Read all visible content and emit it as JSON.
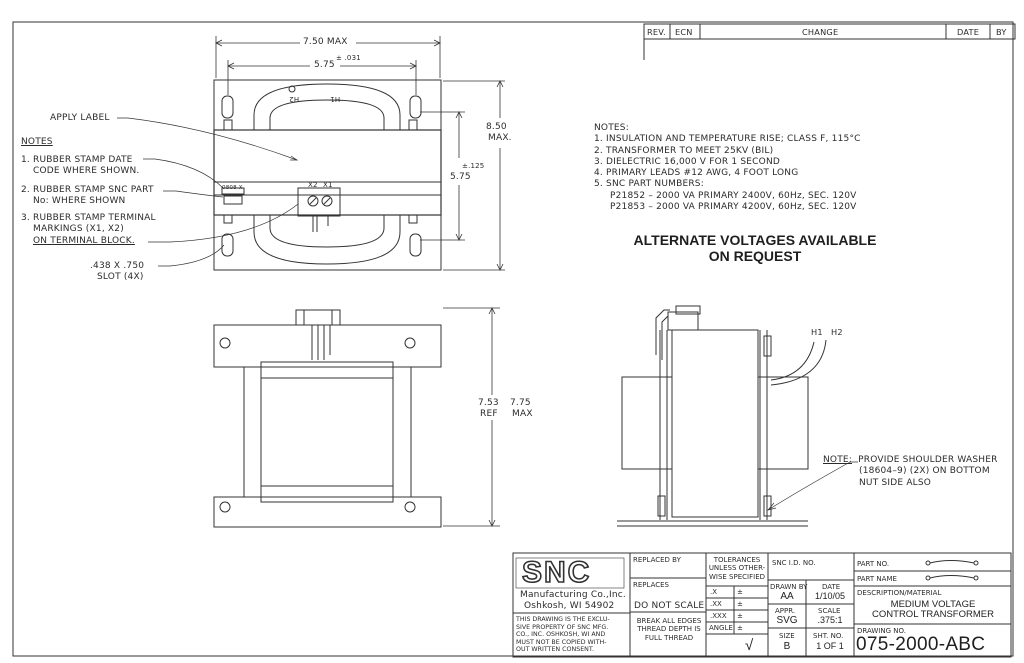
{
  "revision_block": {
    "rev": "REV.",
    "ecn": "ECN",
    "change": "CHANGE",
    "date": "DATE",
    "by": "BY"
  },
  "top_view": {
    "dim_overall": "7.50 MAX",
    "dim_slots": "5.75",
    "dim_slots_tol": "± .031",
    "dim_height": "8.50",
    "dim_height_2": "MAX.",
    "dim_inner": "5.75",
    "dim_inner_tol": "±.125",
    "terminal_h2": "H2",
    "terminal_h1": "H1",
    "terminal_x2": "X2",
    "terminal_x1": "X1",
    "stamp": "0808-X"
  },
  "callouts": {
    "apply_label": "APPLY LABEL",
    "slot_size": ".438 X .750",
    "slot_count": "SLOT (4X)"
  },
  "left_notes": {
    "heading": "NOTES",
    "note1_a": "1. RUBBER STAMP DATE",
    "note1_b": "CODE WHERE SHOWN.",
    "note2_a": "2. RUBBER STAMP SNC PART",
    "note2_b": "No: WHERE SHOWN",
    "note3_a": "3. RUBBER STAMP TERMINAL",
    "note3_b": "MARKINGS (X1, X2)",
    "note3_c": "ON TERMINAL BLOCK."
  },
  "right_notes": {
    "heading": "NOTES:",
    "n1": "1. INSULATION AND TEMPERATURE RISE; CLASS F, 115°C",
    "n2": "2. TRANSFORMER TO MEET 25KV (BIL)",
    "n3": "3. DIELECTRIC 16,000 V FOR 1 SECOND",
    "n4": "4. PRIMARY LEADS #12 AWG, 4 FOOT LONG",
    "n5": "5. SNC PART NUMBERS:",
    "p1": "P21852 – 2000 VA PRIMARY 2400V, 60Hz, SEC. 120V",
    "p2": "P21853 – 2000 VA PRIMARY 4200V, 60Hz, SEC. 120V"
  },
  "alt_voltages": {
    "line1": "ALTERNATE VOLTAGES AVAILABLE",
    "line2": "ON REQUEST"
  },
  "front_view": {
    "dim_ref": "7.53",
    "dim_ref_2": "REF",
    "dim_max": "7.75",
    "dim_max_2": "MAX"
  },
  "side_view": {
    "lead_h1": "H1",
    "lead_h2": "H2",
    "note_label": "NOTE:",
    "note_line1": "PROVIDE SHOULDER WASHER",
    "note_line2": "(18604–9) (2X) ON BOTTOM",
    "note_line3": "NUT SIDE ALSO"
  },
  "title_block": {
    "logo": "SNC",
    "company": "Manufacturing Co.,Inc.",
    "city": "Oshkosh, WI  54902",
    "prop1": "THIS DRAWING IS THE EXCLU-",
    "prop2": "SIVE PROPERTY OF SNC MFG.",
    "prop3": "CO., INC. OSHKOSH, WI AND",
    "prop4": "MUST NOT BE COPIED WITH-",
    "prop5": "OUT WRITTEN CONSENT.",
    "replaced_by": "REPLACED BY",
    "replaces": "REPLACES",
    "do_not_scale": "DO NOT SCALE",
    "break_edges1": "BREAK ALL EDGES",
    "break_edges2": "THREAD DEPTH IS",
    "break_edges3": "FULL THREAD",
    "tol1": "TOLERANCES",
    "tol2": "UNLESS OTHER-",
    "tol3": "WISE SPECIFIED",
    "tol_x": ".X",
    "tol_xx": ".XX",
    "tol_xxx": ".XXX",
    "tol_angle": "ANGLE",
    "pm": "±",
    "finish_mark": "√",
    "snc_id": "SNC I.D. NO.",
    "drawn_by_label": "DRAWN BY",
    "drawn_by": "AA",
    "date_label": "DATE",
    "date": "1/10/05",
    "appr_label": "APPR.",
    "appr": "SVG",
    "scale_label": "SCALE",
    "scale": ".375:1",
    "size_label": "SIZE",
    "size": "B",
    "sht_label": "SHT. NO.",
    "sht": "1 OF 1",
    "part_no_label": "PART NO.",
    "part_name_label": "PART NAME",
    "desc_label": "DESCRIPTION/MATERIAL",
    "desc1": "MEDIUM VOLTAGE",
    "desc2": "CONTROL TRANSFORMER",
    "drawing_no_label": "DRAWING NO.",
    "drawing_no": "075-2000-ABC"
  }
}
